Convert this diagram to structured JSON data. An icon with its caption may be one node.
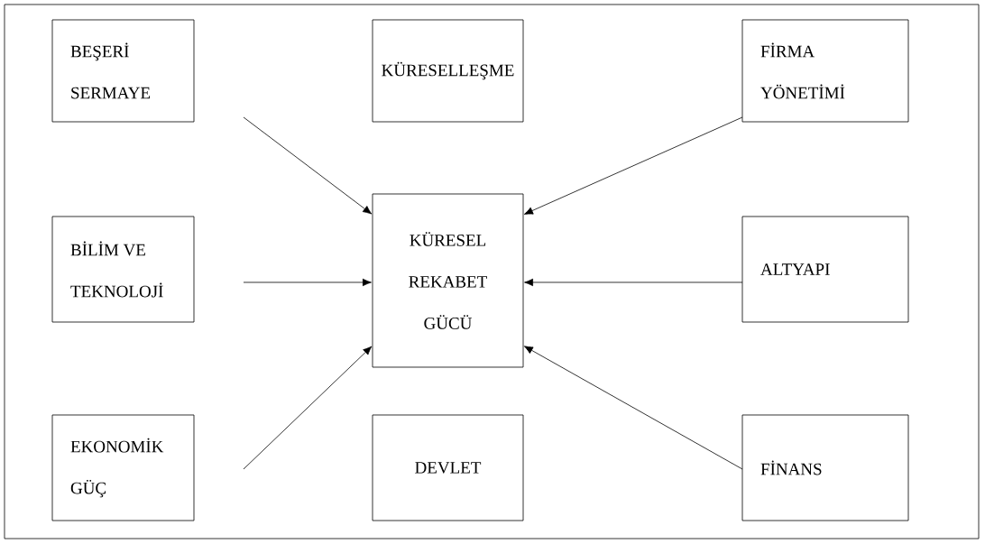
{
  "diagram": {
    "nodes": [
      {
        "text": [
          "BEŞERİ SERMAYE"
        ]
      },
      {
        "text": [
          "KÜRESELLEŞME"
        ]
      },
      {
        "text": [
          "FİRMA YÖNETİMİ"
        ]
      },
      {
        "text": [
          "BİLİM VE TEKNOLOJİ"
        ]
      },
      {
        "text": [
          "KÜRESEL REKABET GÜCÜ"
        ]
      },
      {
        "text": [
          "ALTYAPI"
        ]
      },
      {
        "text": [
          "EKONOMİK GÜÇ"
        ]
      },
      {
        "text": [
          "DEVLET"
        ]
      },
      {
        "text": [
          "FİNANS"
        ]
      }
    ],
    "edges": [
      {
        "from": 0,
        "to": 4,
        "arrow": "to"
      },
      {
        "from": 2,
        "to": 4,
        "arrow": "to"
      },
      {
        "from": 3,
        "to": 4,
        "arrow": "to"
      },
      {
        "from": 5,
        "to": 4,
        "arrow": "to"
      },
      {
        "from": 6,
        "to": 4,
        "arrow": "to"
      },
      {
        "from": 8,
        "to": 4,
        "arrow": "to"
      }
    ]
  }
}
